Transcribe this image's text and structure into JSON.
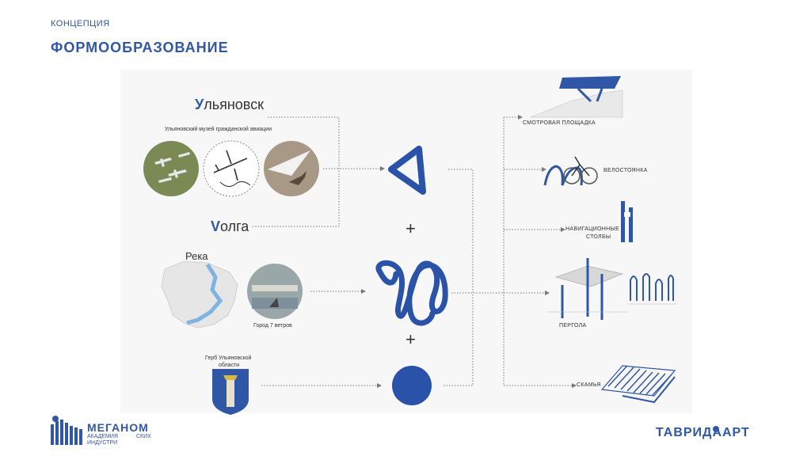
{
  "header": {
    "kicker": "КОНЦЕПЦИЯ",
    "title": "ФОРМООБРАЗОВАНИЕ"
  },
  "left": {
    "ulyanovsk": {
      "initial": "У",
      "rest": "льяновск"
    },
    "museum_caption": "Ульяновский музей гражданской авиации",
    "volga": {
      "initial": "V",
      "rest": "олга"
    },
    "river_label": "Река",
    "city_caption": "Город 7 ветров",
    "coat_caption_1": "Герб Ульяновской",
    "coat_caption_2": "области"
  },
  "center": {
    "plus_1": "+",
    "plus_2": "+"
  },
  "right": {
    "viewpoint": "СМОТРОВАЯ ПЛОЩАДКА",
    "bike": "ВЕЛОСТОЯНКА",
    "nav_1": "НАВИГАЦИОННЫЕ",
    "nav_2": "СТОЛБЫ",
    "pergola": "ПЕРГОЛА",
    "bench": "СКАМЬЯ"
  },
  "footer": {
    "meganom": "МЕГАНОМ",
    "meganom_sub_1": "АКАДЕМИЯ",
    "meganom_sub_2": "ИНДУСТРИ",
    "meganom_sub_3": "СКИХ",
    "tavrida_1": "ТАВРИДА",
    "tavrida_2": "АРТ"
  },
  "colors": {
    "brand_blue": "#2f57a5",
    "shape_blue": "#2a52a8",
    "dotted_line": "#777777"
  },
  "icons": [
    "plane-icon",
    "paper-plane-icon",
    "arrow-shape-icon",
    "wave-scribble-icon",
    "circle-shape-icon",
    "coat-of-arms-icon"
  ]
}
